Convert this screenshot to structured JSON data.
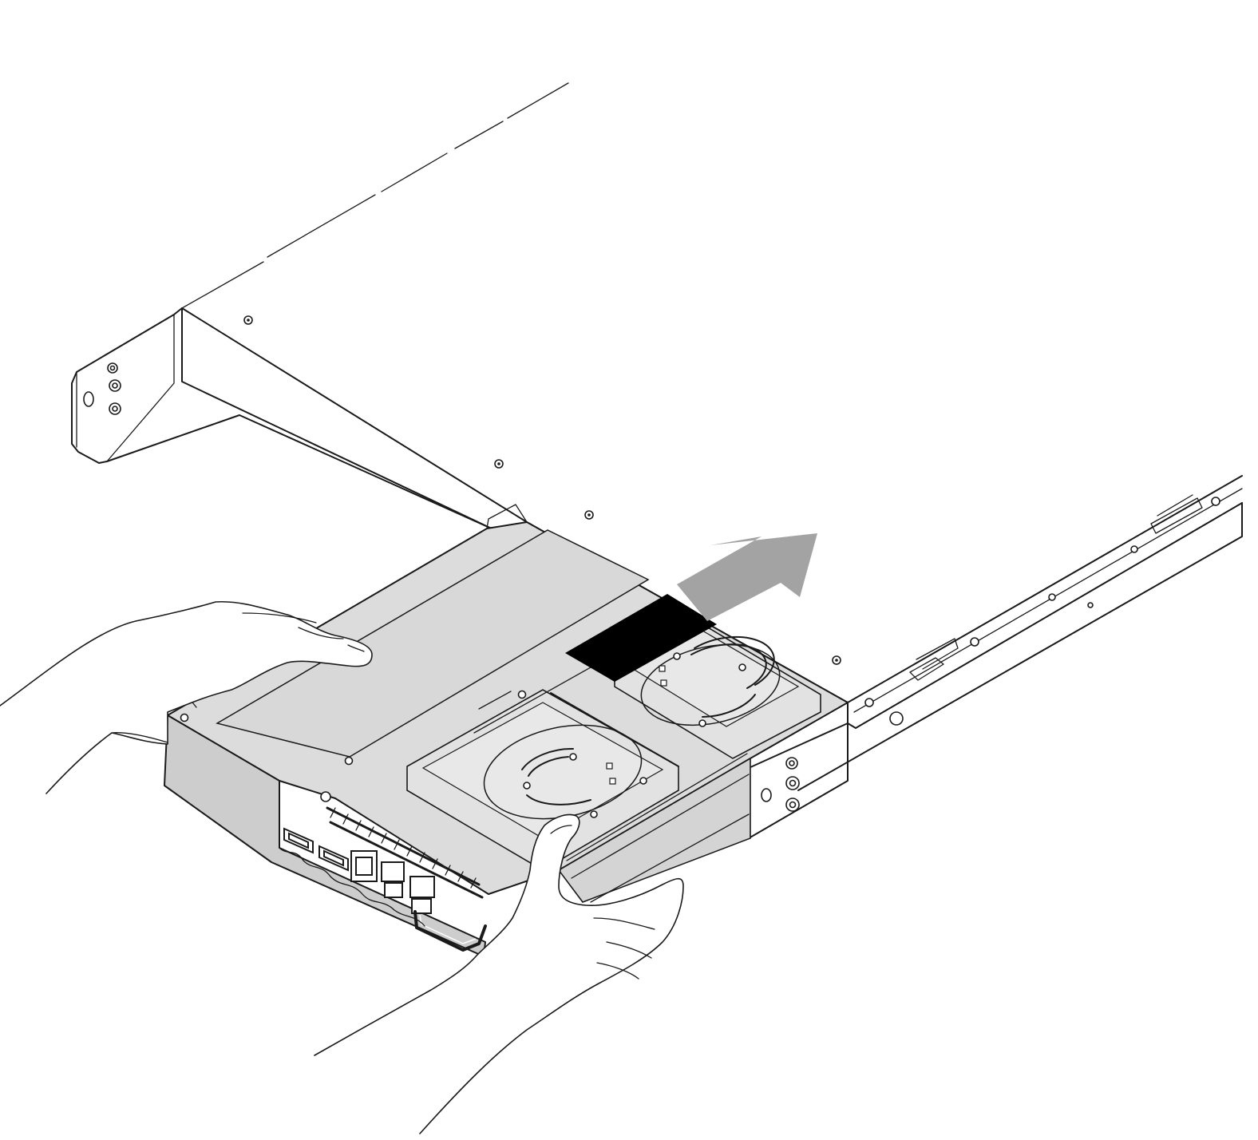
{
  "diagram": {
    "type": "hardware-installation-illustration",
    "components": {
      "chassis": "server-chassis",
      "module": "rear-io-module-with-fans",
      "hands": "two-hands-holding-module",
      "direction_arrow": "insertion-arrow",
      "highlight": "black-callout-block"
    },
    "colors": {
      "outline": "#1a1a1a",
      "chassis_fill": "#ffffff",
      "module_fill": "#dcdcdc",
      "module_shadow": "#c8c8c8",
      "arrow_fill": "#a3a3a3",
      "callout_fill": "#000000"
    },
    "icons": {
      "arrow": "arrow-up-right-icon",
      "fan": "fan-icon",
      "port": "port-icon",
      "screw": "screw-icon"
    }
  }
}
